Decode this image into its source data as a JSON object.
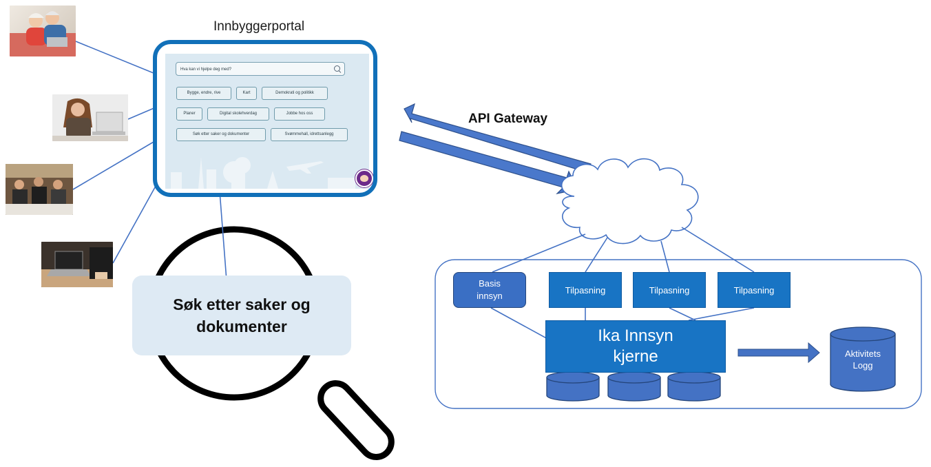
{
  "portal": {
    "title": "Innbyggerportal",
    "search_placeholder": "Hva kan vi hjelpe deg med?",
    "buttons": [
      "Bygge, endre, rive",
      "Kart",
      "Demokrati og politikk",
      "Planer",
      "Digital skolehverdag",
      "Jobbe hos oss",
      "Søk etter saker og dokumenter",
      "Svømmehall, idrettsanlegg"
    ]
  },
  "api_gateway_label": "API Gateway",
  "search_callout": "Søk etter saker og dokumenter",
  "system": {
    "basis_line1": "Basis",
    "basis_line2": "innsyn",
    "tilpasning": [
      "Tilpasning",
      "Tilpasning",
      "Tilpasning"
    ],
    "kjerne_line1": "Ika Innsyn",
    "kjerne_line2": "kjerne",
    "activity_log_line1": "Aktivitets",
    "activity_log_line2": "Logg"
  },
  "colors": {
    "portal_border": "#1170b9",
    "box_fill": "#1874c4",
    "db_fill": "#4472c4",
    "connector": "#4472c4",
    "callout_fill": "#deeaf4"
  }
}
